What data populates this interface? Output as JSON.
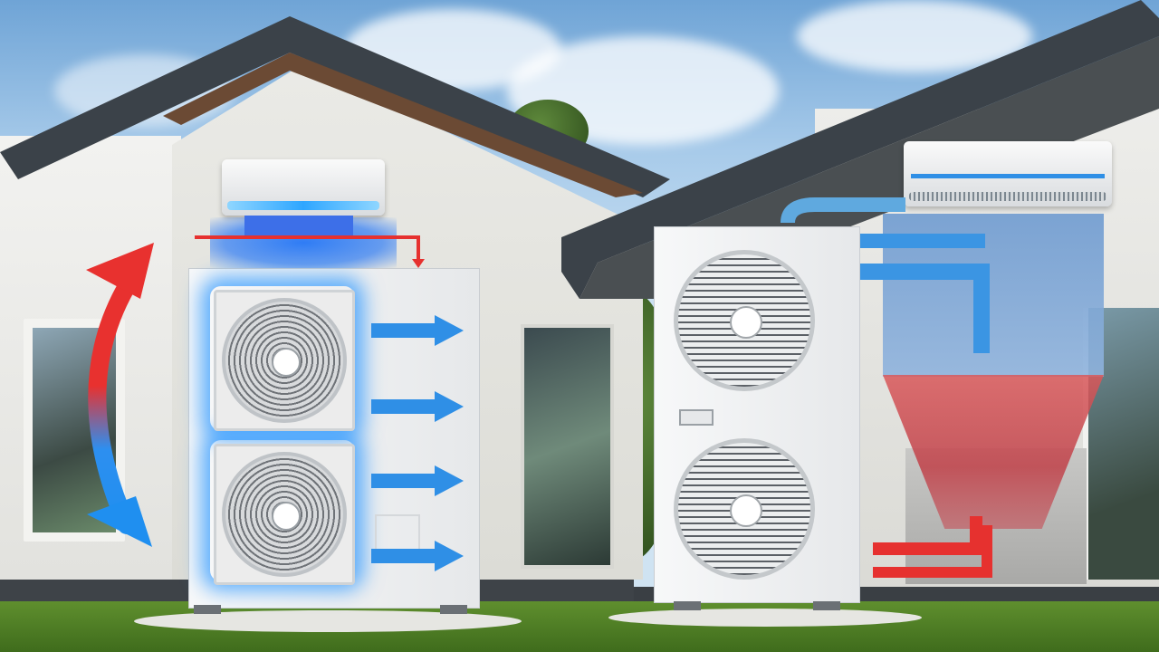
{
  "scene": {
    "subject": "heat-pump-vs-central-ac-comparison",
    "left_system": {
      "indoor_unit": "wall-mounted-mini-split",
      "outdoor_unit_fans": 2,
      "airflow_arrows": 4,
      "airflow_color": "#2f8fe6",
      "heat_flow_colors": [
        "#e8312f",
        "#1f8ff0"
      ]
    },
    "right_system": {
      "indoor_unit": "wall-mounted-split",
      "outdoor_unit_fans": 2,
      "cool_duct_color": "#3b95e3",
      "heat_section_color": "#d9434b"
    }
  },
  "colors": {
    "sky_top": "#6fa4d6",
    "roof_dark": "#3b4249",
    "roof_underside": "#6b4a34",
    "grass": "#4f7d25",
    "cool_glow": "#2896ff",
    "warm_pipe": "#e6312f"
  },
  "icons": [
    "double-arrow-icon",
    "airflow-arrow-icon",
    "fan-icon",
    "pipe-icon"
  ]
}
